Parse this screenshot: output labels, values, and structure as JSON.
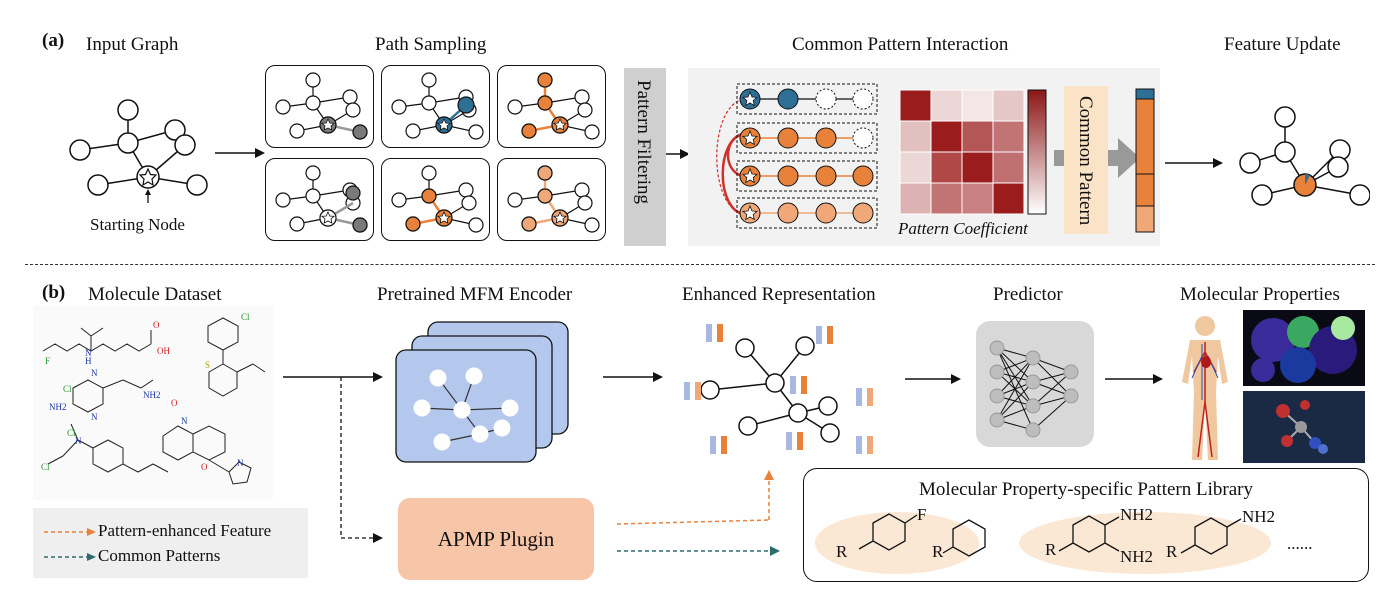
{
  "part_a": {
    "tag": "(a)",
    "input_graph_title": "Input Graph",
    "starting_node_label": "Starting Node",
    "path_sampling_title": "Path Sampling",
    "pattern_filtering_label": "Pattern Filtering",
    "common_pattern_interaction_title": "Common Pattern Interaction",
    "pattern_coefficient_label": "Pattern Coefficient",
    "common_pattern_label": "Common Pattern",
    "feature_update_title": "Feature Update"
  },
  "part_b": {
    "tag": "(b)",
    "molecule_dataset_title": "Molecule Dataset",
    "encoder_title": "Pretrained MFM Encoder",
    "enhanced_representation_title": "Enhanced Representation",
    "predictor_title": "Predictor",
    "molecular_properties_title": "Molecular Properties",
    "plugin_label": "APMP Plugin",
    "library_title": "Molecular Property-specific Pattern Library",
    "library_ellipsis": "......",
    "legend": [
      {
        "label": "Pattern-enhanced Feature",
        "color": "#e8823a"
      },
      {
        "label": "Common Patterns",
        "color": "#2e6b6b"
      }
    ],
    "molecule_labels": [
      "OH",
      "O",
      "F",
      "N",
      "H",
      "Cl",
      "S",
      "NH2",
      "Cl",
      "N",
      "N",
      "NH2",
      "Cl",
      "O",
      "Cl",
      "N",
      "N",
      "O",
      "O"
    ],
    "library_molecules": [
      {
        "r": "R",
        "sub": "F"
      },
      {
        "r": "R",
        "sub": ""
      },
      {
        "r": "R",
        "sub": "NH2",
        "sub2": "NH2"
      },
      {
        "r": "R",
        "sub": "NH2"
      }
    ]
  },
  "colors": {
    "orange": "#e8823a",
    "light_orange": "#f0a878",
    "blue": "#2f6f96",
    "gray_node": "#7a7a7a",
    "encoder_blue": "#b4c8ee",
    "plugin_fill": "#f7c6a8",
    "library_ellipse": "#fbe8d4",
    "heatmap_dark": "#9b1c1c"
  }
}
